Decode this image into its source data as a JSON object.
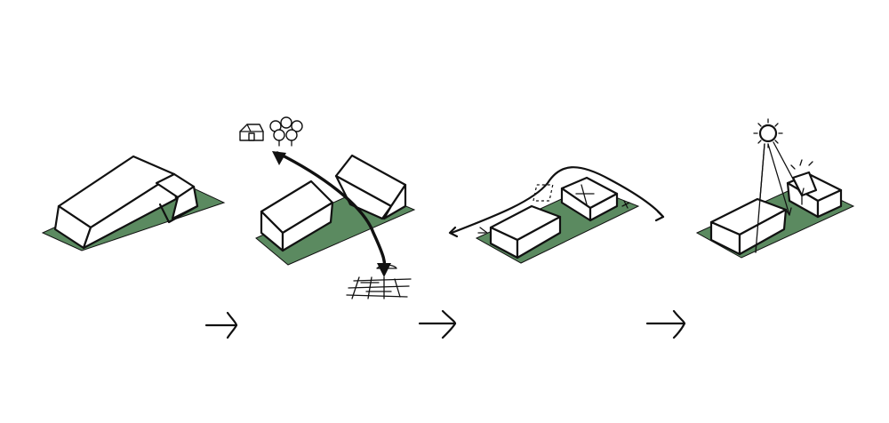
{
  "diagram": {
    "steps": [
      {
        "id": "step-1",
        "subject": "existing-l-shaped-gabled-building"
      },
      {
        "id": "step-2",
        "subject": "split-into-two-gabled-volumes-with-path"
      },
      {
        "id": "step-3",
        "subject": "flat-volumes-with-circulation-loop"
      },
      {
        "id": "step-4",
        "subject": "volumes-with-sun-and-courtyard"
      }
    ],
    "connectors": [
      "arrow-right",
      "arrow-right",
      "arrow-right"
    ],
    "colors": {
      "ground": "#5b8a60",
      "ink": "#111111",
      "paper": "#ffffff"
    }
  }
}
